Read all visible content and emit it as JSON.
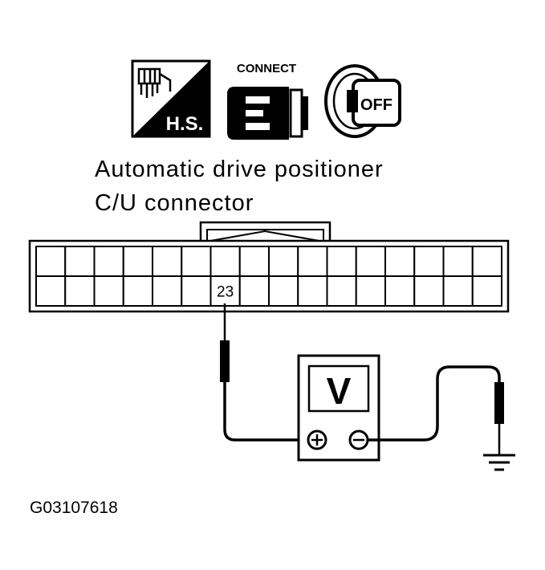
{
  "icons": {
    "harness": {
      "name": "harness-connector-icon",
      "label": "H.S."
    },
    "connect": {
      "name": "connect-plug-icon",
      "label": "CONNECT"
    },
    "ignition": {
      "name": "ignition-key-off-icon",
      "label": "OFF"
    }
  },
  "title": {
    "line1": "Automatic drive positioner",
    "line2": "C/U connector"
  },
  "connector": {
    "rows": 2,
    "cols": 16,
    "terminal_label": "23",
    "terminal_row": 2,
    "terminal_col": 7
  },
  "meter": {
    "label": "V",
    "positive_symbol": "+",
    "negative_symbol": "−"
  },
  "figure_id": "G03107618"
}
